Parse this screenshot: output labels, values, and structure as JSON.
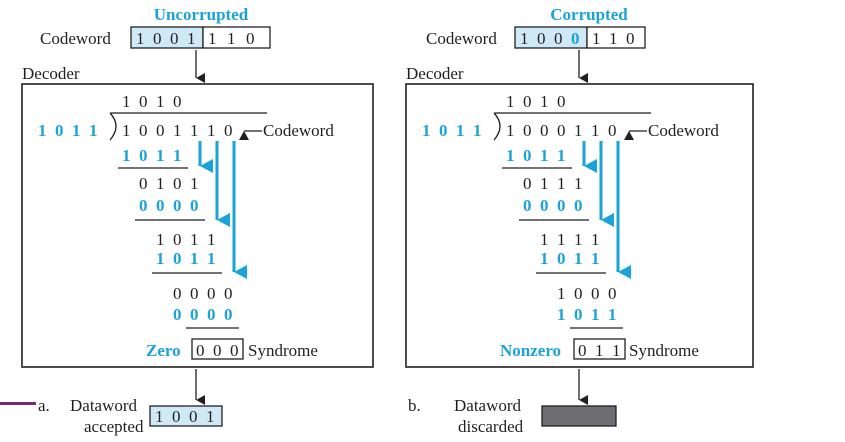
{
  "colors": {
    "accent": "#1aa3d9",
    "light_fill": "#cfe9f7",
    "dark_fill": "#6d6e71",
    "ink": "#231f20",
    "side_mark": "#7a2b6b"
  },
  "left": {
    "header": "Uncorrupted",
    "codeword_label": "Codeword",
    "codeword_data": [
      "1",
      "0",
      "0",
      "1"
    ],
    "codeword_check": [
      "1",
      "1",
      "0"
    ],
    "decoder_label": "Decoder",
    "quotient": [
      "1",
      "0",
      "1",
      "0"
    ],
    "divisor": [
      "1",
      "0",
      "1",
      "1"
    ],
    "dividend": [
      "1",
      "0",
      "0",
      "1",
      "1",
      "1",
      "0"
    ],
    "dividend_label": "Codeword",
    "step1": [
      "1",
      "0",
      "1",
      "1"
    ],
    "rem1": [
      "0",
      "1",
      "0",
      "1"
    ],
    "step2": [
      "0",
      "0",
      "0",
      "0"
    ],
    "rem2": [
      "1",
      "0",
      "1",
      "1"
    ],
    "step3": [
      "1",
      "0",
      "1",
      "1"
    ],
    "rem3": [
      "0",
      "0",
      "0",
      "0"
    ],
    "step4": [
      "0",
      "0",
      "0",
      "0"
    ],
    "syndrome_word": "Zero",
    "syndrome": [
      "0",
      "0",
      "0"
    ],
    "syndrome_label": "Syndrome",
    "part": "a.",
    "result_line1": "Dataword",
    "result_line2": "accepted",
    "dataword": [
      "1",
      "0",
      "0",
      "1"
    ]
  },
  "right": {
    "header": "Corrupted",
    "codeword_label": "Codeword",
    "codeword_data": [
      "1",
      "0",
      "0",
      "0"
    ],
    "codeword_check": [
      "1",
      "1",
      "0"
    ],
    "decoder_label": "Decoder",
    "quotient": [
      "1",
      "0",
      "1",
      "0"
    ],
    "divisor": [
      "1",
      "0",
      "1",
      "1"
    ],
    "dividend": [
      "1",
      "0",
      "0",
      "0",
      "1",
      "1",
      "0"
    ],
    "dividend_label": "Codeword",
    "step1": [
      "1",
      "0",
      "1",
      "1"
    ],
    "rem1": [
      "0",
      "1",
      "1",
      "1"
    ],
    "step2": [
      "0",
      "0",
      "0",
      "0"
    ],
    "rem2": [
      "1",
      "1",
      "1",
      "1"
    ],
    "step3": [
      "1",
      "0",
      "1",
      "1"
    ],
    "rem3": [
      "1",
      "0",
      "0",
      "0"
    ],
    "step4": [
      "1",
      "0",
      "1",
      "1"
    ],
    "syndrome_word": "Nonzero",
    "syndrome": [
      "0",
      "1",
      "1"
    ],
    "syndrome_label": "Syndrome",
    "part": "b.",
    "result_line1": "Dataword",
    "result_line2": "discarded"
  }
}
